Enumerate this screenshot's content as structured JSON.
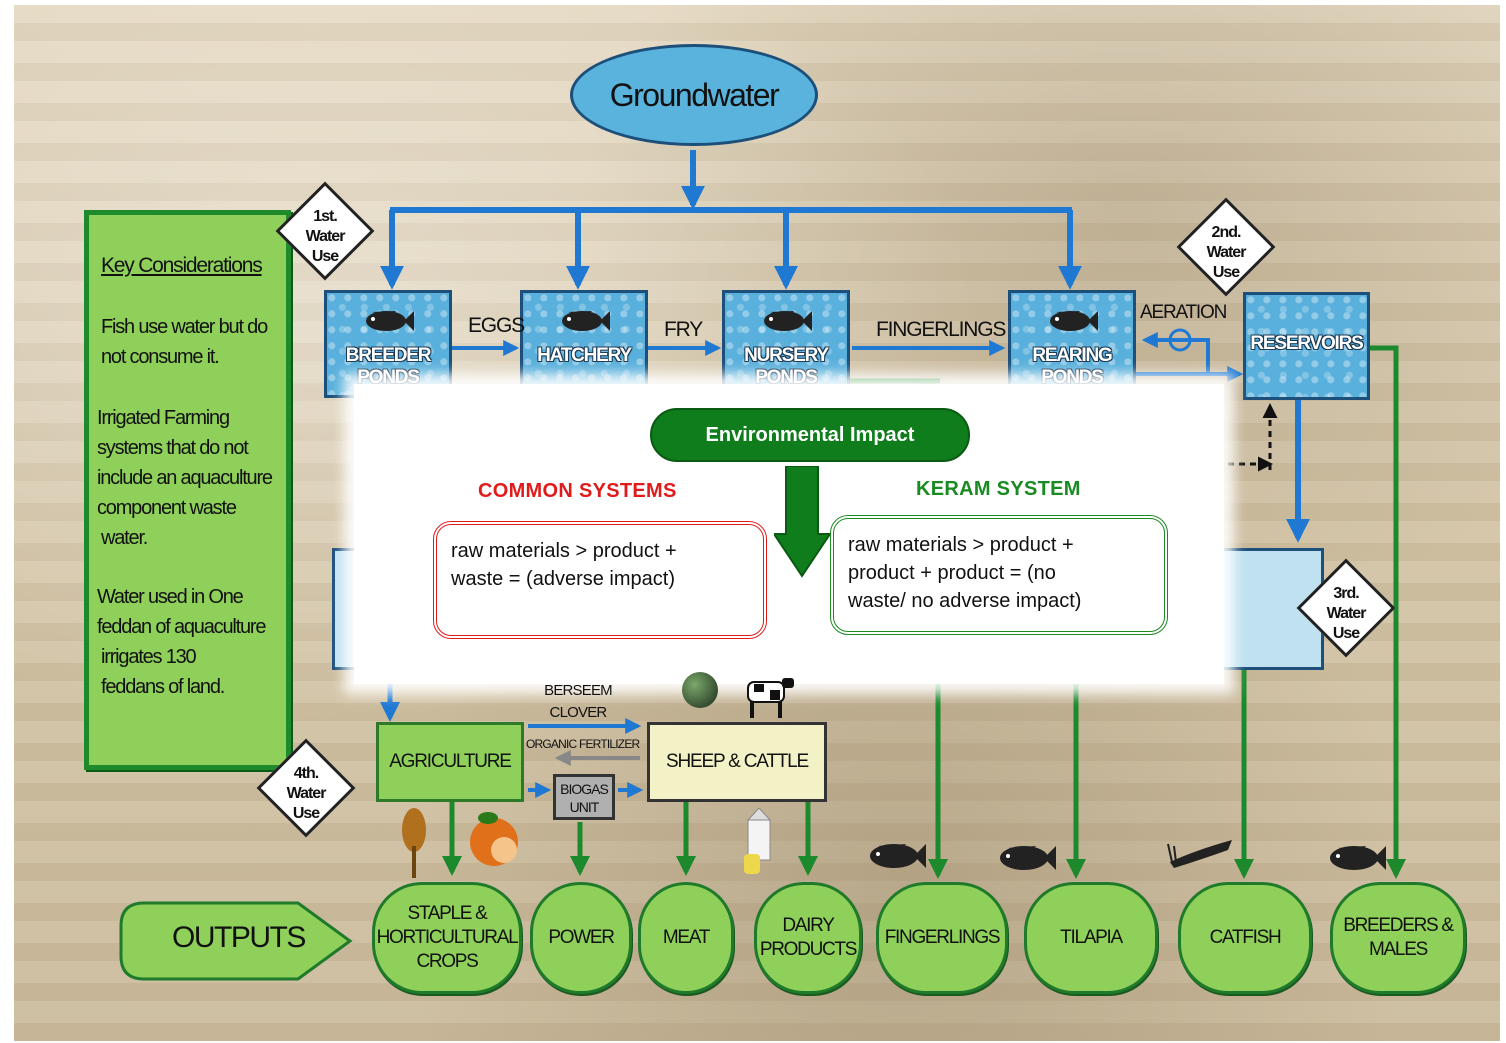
{
  "source": "Groundwater",
  "key_considerations": {
    "title": "Key Considerations",
    "p1": [
      "Fish use water but do",
      "not consume it."
    ],
    "p2": [
      "Irrigated Farming",
      "systems that do not",
      "include an aquaculture",
      "component waste",
      "water."
    ],
    "p3": [
      "Water used in One",
      "feddan of aquaculture",
      "irrigates 130",
      "feddans of land."
    ]
  },
  "process": {
    "breeder": [
      "BREEDER",
      "PONDS"
    ],
    "hatchery": [
      "HATCHERY"
    ],
    "nursery": [
      "NURSERY",
      "PONDS"
    ],
    "rearing": [
      "REARING",
      "PONDS"
    ],
    "reservoirs": [
      "RESERVOIRS"
    ]
  },
  "flow_labels": {
    "eggs": "EGGS",
    "fry": "FRY",
    "fingerlings": "FINGERLINGS",
    "aeration": "AERATION"
  },
  "water_use": {
    "first": [
      "1st.",
      "Water",
      "Use"
    ],
    "second": [
      "2nd.",
      "Water",
      "Use"
    ],
    "third": [
      "3rd.",
      "Water",
      "Use"
    ],
    "fourth": [
      "4th.",
      "Water",
      "Use"
    ]
  },
  "environmental_impact": {
    "title": "Environmental Impact",
    "common_title": "COMMON SYSTEMS",
    "common_text": [
      "raw   materials  >  product  +",
      "waste = (adverse  impact)"
    ],
    "keram_title": "KERAM SYSTEM",
    "keram_text": [
      "raw  materials  >  product  +",
      "product  +  product  =    (no",
      "waste/ no adverse impact)"
    ]
  },
  "agriculture": {
    "agriculture": "AGRICULTURE",
    "berseem": [
      "BERSEEM",
      "CLOVER"
    ],
    "fertilizer": "ORGANIC FERTILIZER",
    "biogas": [
      "BIOGAS",
      "UNIT"
    ],
    "sheep_cattle": "SHEEP & CATTLE"
  },
  "outputs": {
    "label": "OUTPUTS",
    "items": [
      [
        "STAPLE &",
        "HORTICULTURAL",
        "CROPS"
      ],
      [
        "POWER"
      ],
      [
        "MEAT"
      ],
      [
        "DAIRY",
        "PRODUCTS"
      ],
      [
        "FINGERLINGS"
      ],
      [
        "TILAPIA"
      ],
      [
        "CATFISH"
      ],
      [
        "BREEDERS &",
        "MALES"
      ]
    ]
  },
  "colors": {
    "water_blue": "#1f78d1",
    "flow_green": "#1c8a2c",
    "box_green": "#8fd05a",
    "common_red": "#e01b1b",
    "keram_green": "#1a8a22",
    "env_pill": "#0f7d1c"
  }
}
